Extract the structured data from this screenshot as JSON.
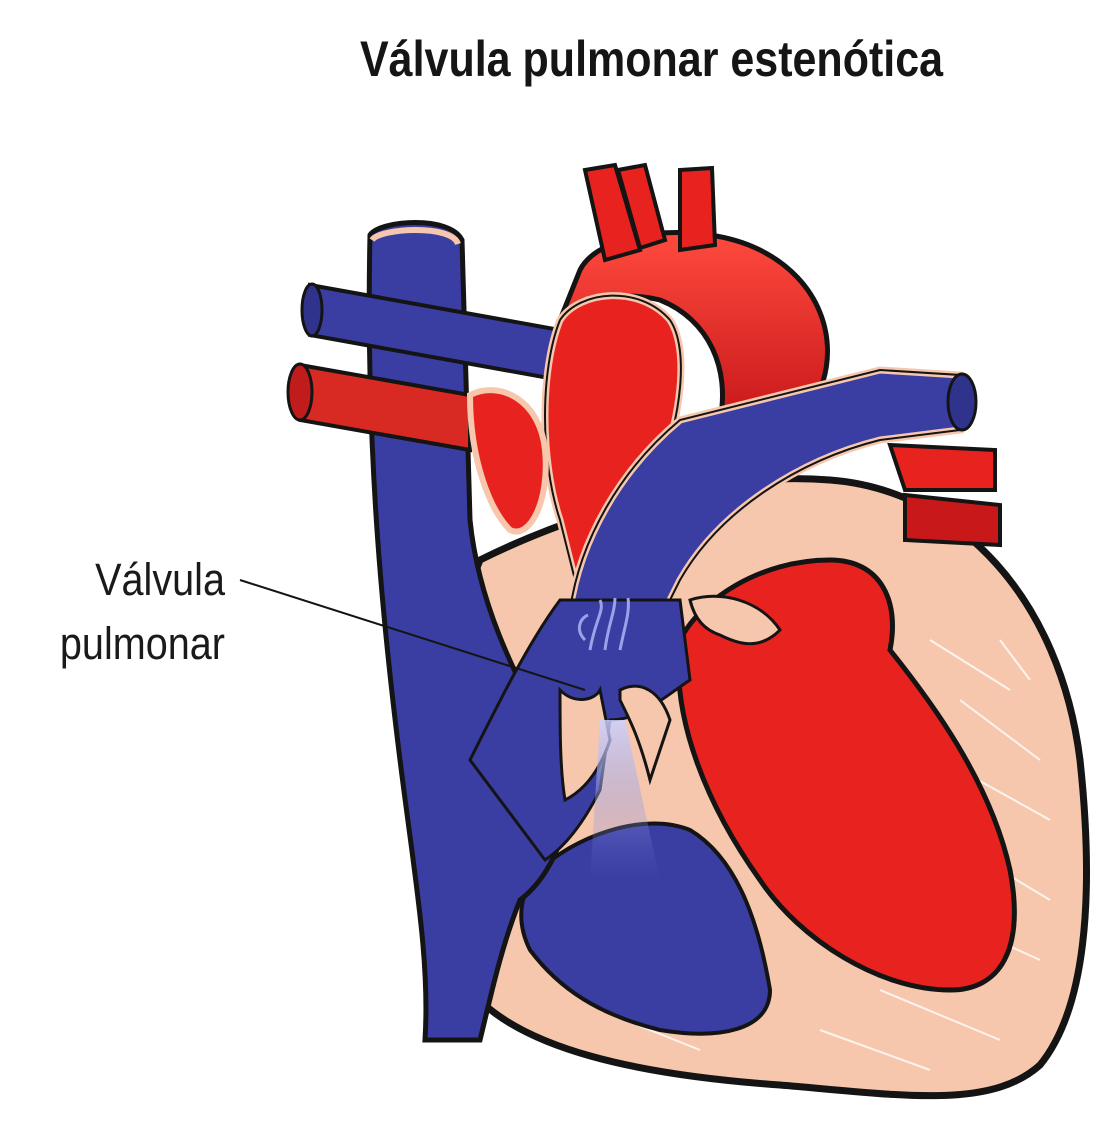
{
  "title": "Válvula pulmonar estenótica",
  "labels": {
    "valve_line1": "Válvula",
    "valve_line2": "pulmonar"
  },
  "colors": {
    "deoxygenated_blue": "#3a3ea3",
    "oxygenated_red": "#e8231f",
    "dark_red": "#b8161a",
    "muscle_pink": "#f6c7ac",
    "outline": "#141414",
    "jet_light_blue": "#9aa2e8"
  }
}
